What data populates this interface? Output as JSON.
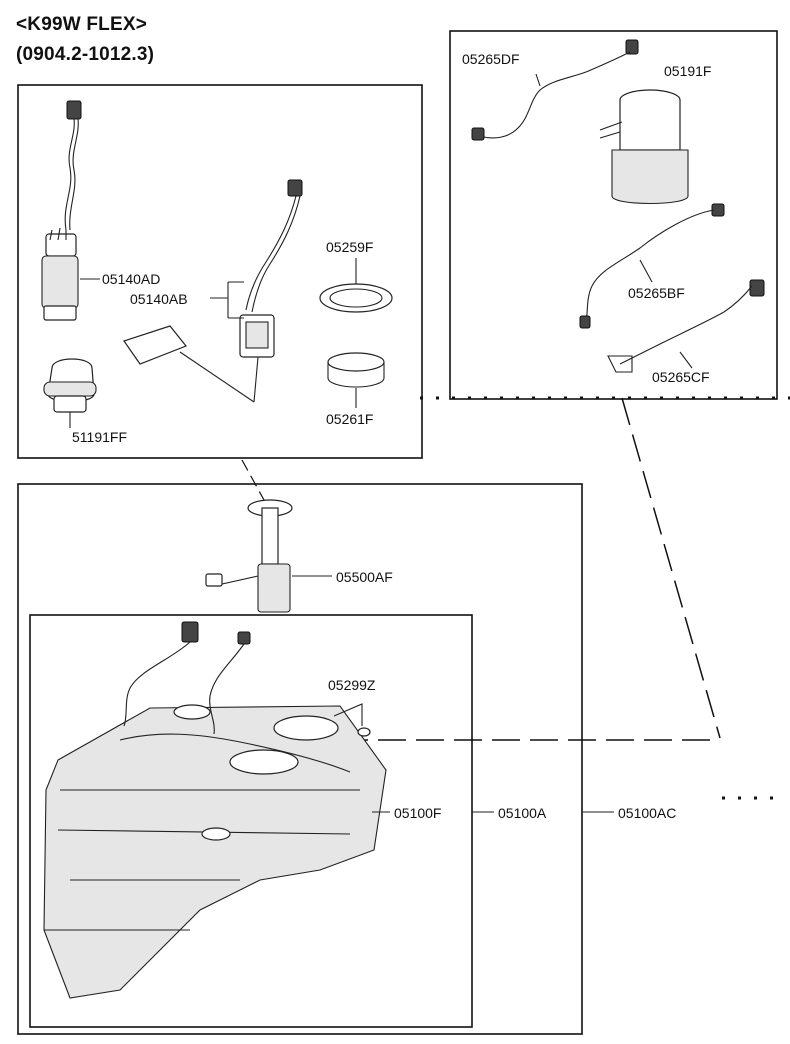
{
  "header": {
    "model": "<K99W FLEX>",
    "period": "(0904.2-1012.3)"
  },
  "labels": {
    "p05140AD": "05140AD",
    "p05140AB": "05140AB",
    "p05259F": "05259F",
    "p05261F": "05261F",
    "p51191FF": "51191FF",
    "p05265DF": "05265DF",
    "p05191F": "05191F",
    "p05265BF": "05265BF",
    "p05265CF": "05265CF",
    "p05500AF": "05500AF",
    "p05299Z": "05299Z",
    "p05100F": "05100F",
    "p05100A": "05100A",
    "p05100AC": "05100AC"
  }
}
